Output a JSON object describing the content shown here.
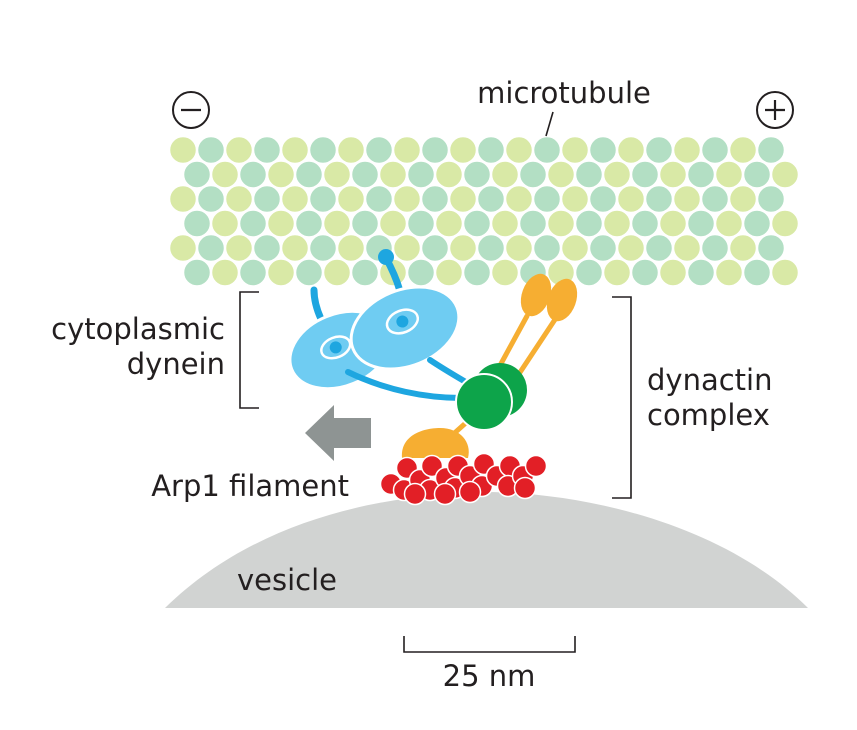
{
  "labels": {
    "microtubule": "microtubule",
    "minus_end": "−",
    "plus_end": "+",
    "dynein_line1": "cytoplasmic",
    "dynein_line2": "dynein",
    "dynactin_line1": "dynactin",
    "dynactin_line2": "complex",
    "arp1": "Arp1 filament",
    "vesicle": "vesicle",
    "scale": "25 nm"
  },
  "colors": {
    "tubulin_alpha": "#d9e9a6",
    "tubulin_beta": "#b3dfc4",
    "dynein": "#6fccf2",
    "dynein_stalk": "#1ea6e0",
    "dynactin_orange": "#f6ae32",
    "dynactin_green": "#0da44a",
    "arp1_red": "#e21f26",
    "vesicle": "#d1d3d2",
    "arrow": "#8e9493",
    "ink": "#231f20"
  }
}
